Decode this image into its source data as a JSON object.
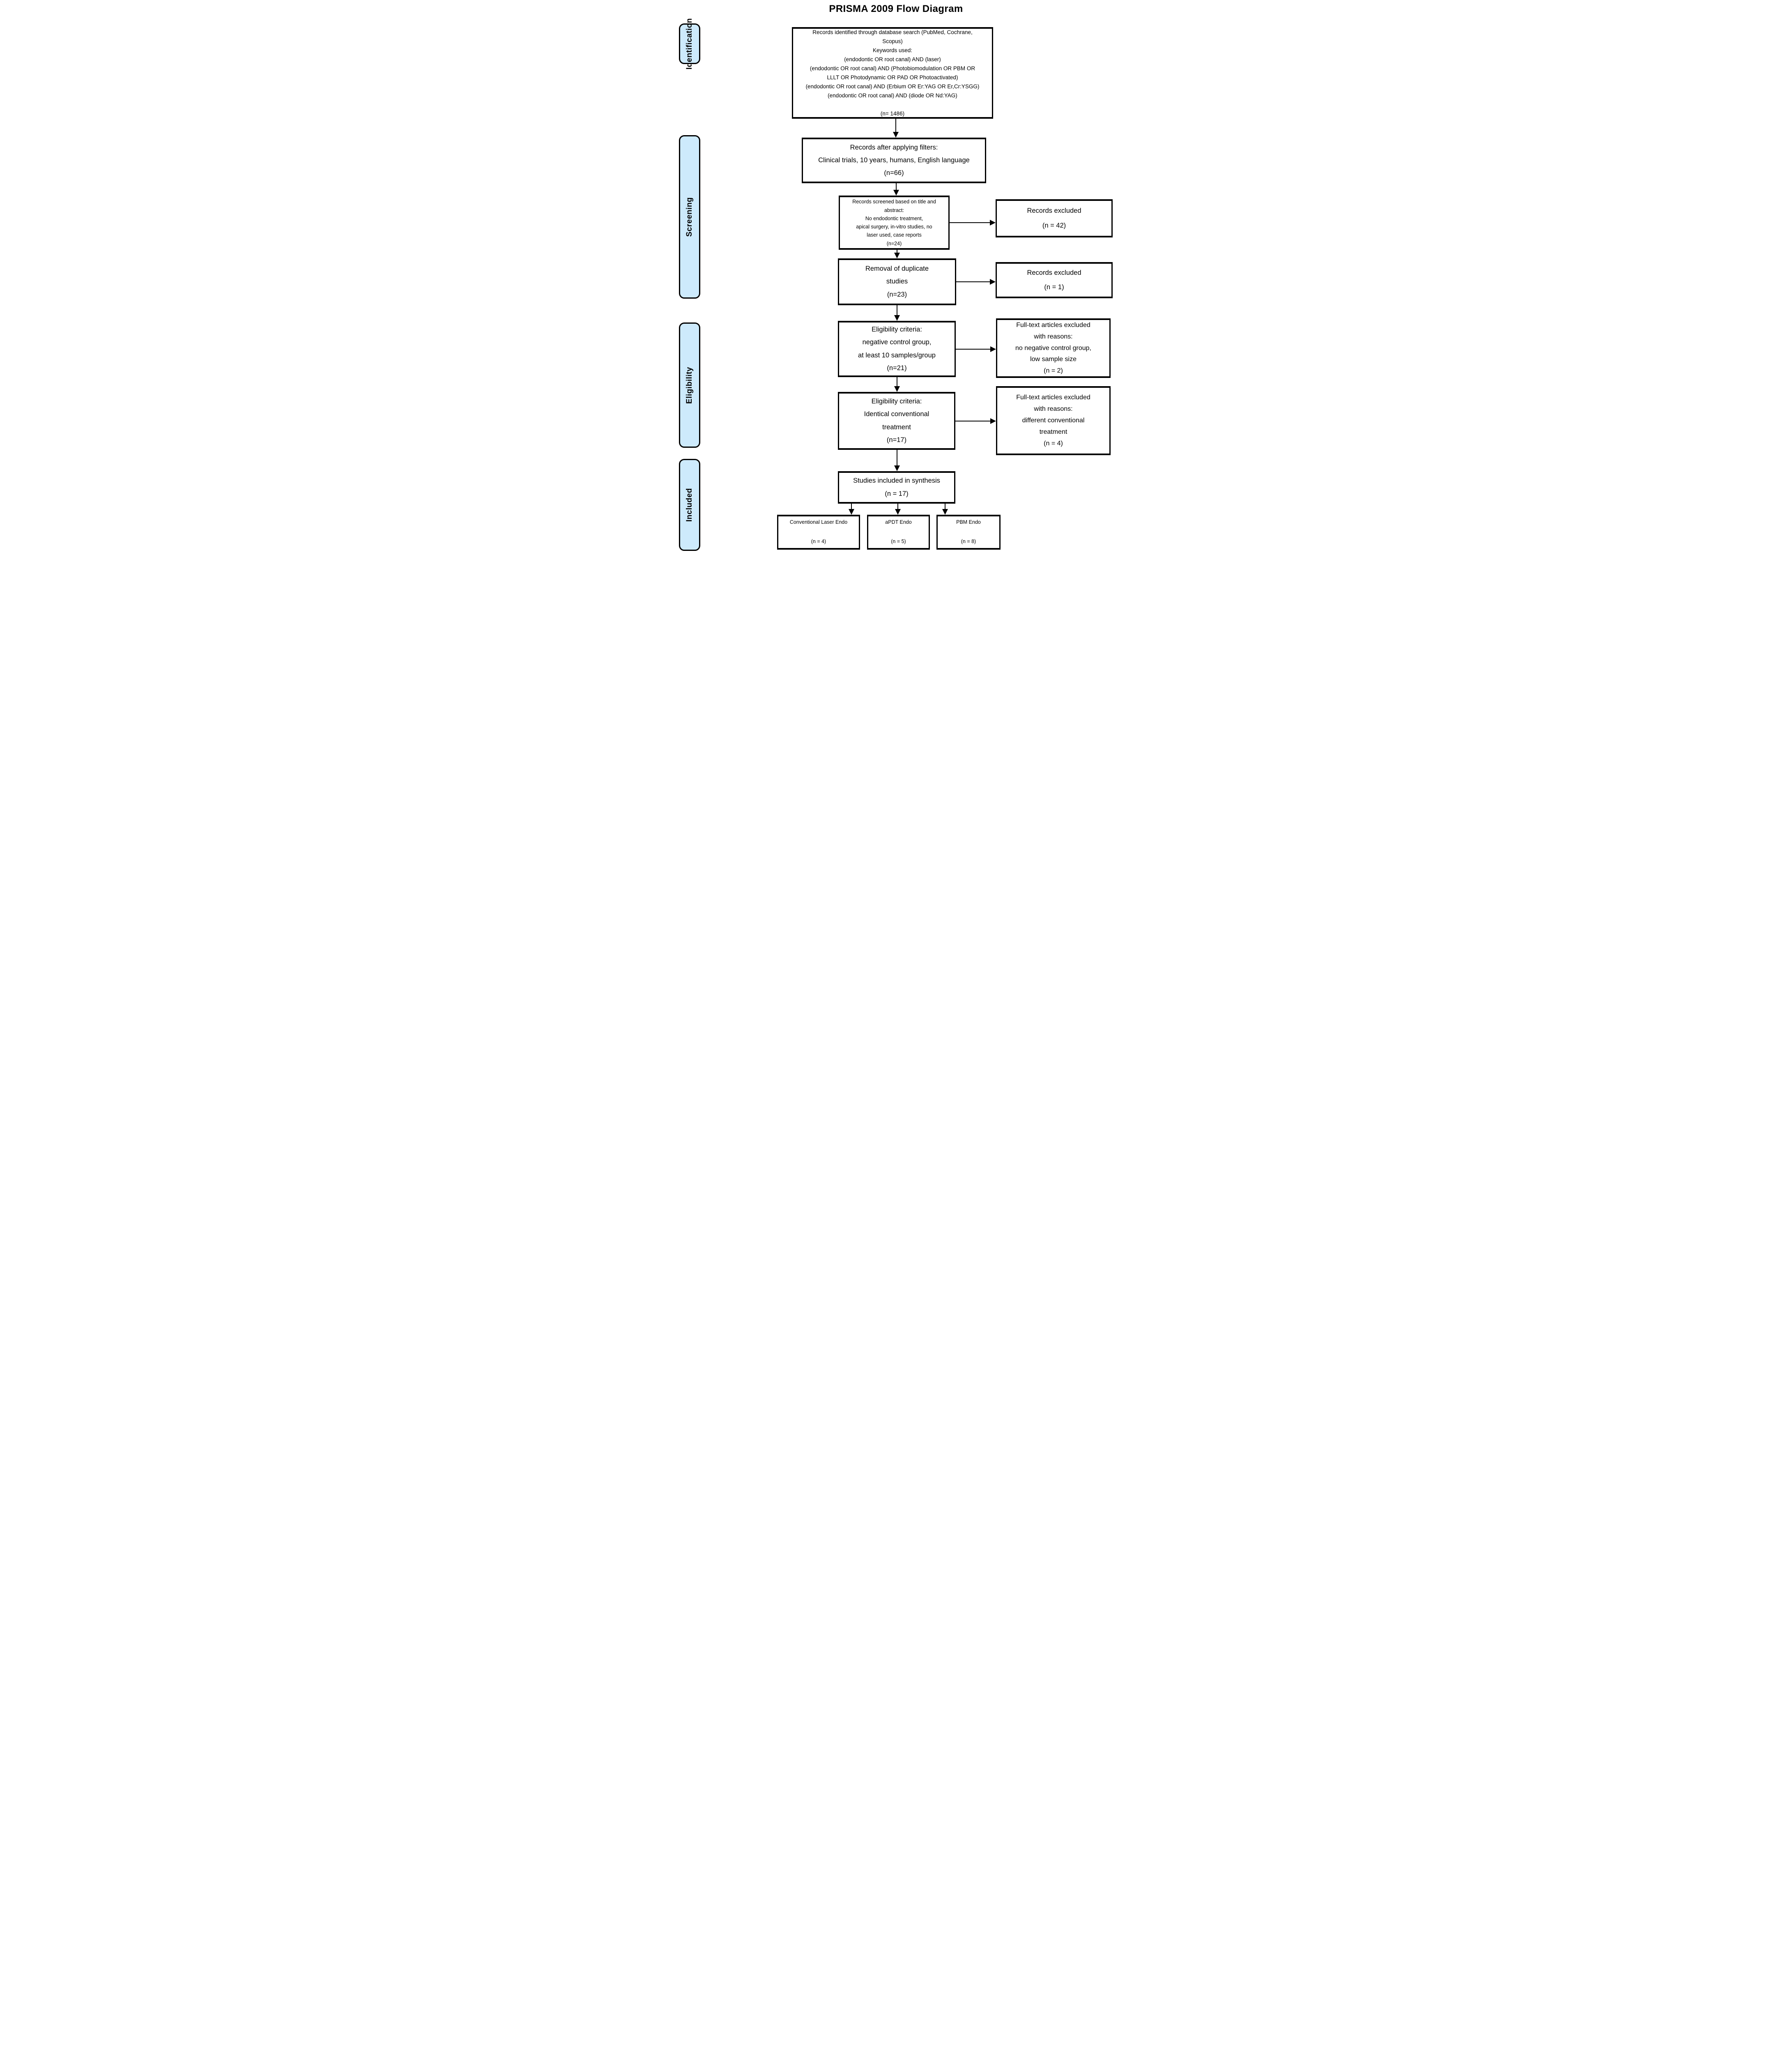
{
  "title": "PRISMA 2009 Flow Diagram",
  "colors": {
    "stage_fill": "#cdeafc",
    "line": "#000000",
    "background": "#ffffff"
  },
  "stages": {
    "identification": "Identification",
    "screening": "Screening",
    "eligibility": "Eligibility",
    "included": "Included"
  },
  "boxes": {
    "identified": {
      "text": "Records identified through database search (PubMed, Cochrane,\nScopus)\nKeywords used:\n(endodontic OR root canal) AND (laser)\n(endodontic OR root canal) AND (Photobiomodulation OR PBM OR\nLLLT OR Photodynamic OR PAD OR Photoactivated)\n(endodontic OR root canal) AND (Erbium OR Er:YAG OR Er,Cr:YSGG)\n(endodontic OR root canal) AND (diode OR Nd:YAG)\n\n(n= 1486)"
    },
    "filters": {
      "text": "Records after applying filters:\nClinical trials, 10 years, humans, English language\n(n=66)"
    },
    "screened": {
      "text": "Records screened based on title and\nabstract:\nNo endodontic treatment,\napical surgery, in-vitro studies, no\nlaser used, case reports\n(n=24)"
    },
    "records_excluded_42": {
      "text": "Records excluded\n(n = 42)"
    },
    "duplicates": {
      "text": "Removal of duplicate\nstudies\n(n=23)"
    },
    "records_excluded_1": {
      "text": "Records excluded\n(n = 1)"
    },
    "eligibility_negative_control": {
      "text": "Eligibility criteria:\nnegative control group,\nat least 10 samples/group\n(n=21)"
    },
    "fulltext_excluded_2": {
      "text": "Full-text articles excluded\nwith reasons:\nno negative control group,\nlow sample size\n(n = 2)"
    },
    "eligibility_identical_treatment": {
      "text": "Eligibility criteria:\nIdentical conventional\ntreatment\n(n=17)"
    },
    "fulltext_excluded_4": {
      "text": "Full-text articles excluded\nwith reasons:\ndifferent conventional\ntreatment\n(n = 4)"
    },
    "synthesis": {
      "text": "Studies included in synthesis\n(n = 17)"
    },
    "conventional_laser": {
      "text": "Conventional Laser Endo\n\n(n = 4)"
    },
    "apdt": {
      "text": "aPDT Endo\n\n(n = 5)"
    },
    "pbm": {
      "text": "PBM Endo\n\n(n = 8)"
    }
  }
}
